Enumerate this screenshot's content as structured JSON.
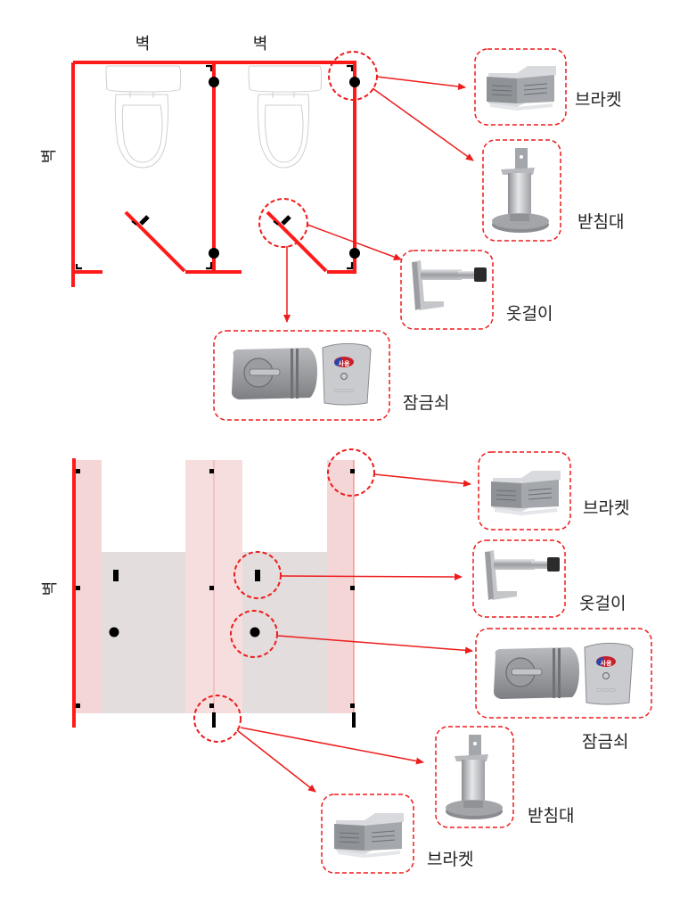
{
  "colors": {
    "partition": "#ff1a1a",
    "callout": "#ee1c1c",
    "hardware": "#000000",
    "panel_fill": "#f5d6d6",
    "door_fill": "#e3dddd",
    "toilet_outline": "#c8c8c8"
  },
  "top_plan": {
    "wall_labels": [
      "벽",
      "벽",
      "벽"
    ],
    "parts": {
      "bracket": "브라켓",
      "support_leg": "받침대",
      "coat_hook": "옷걸이",
      "lock": "잠금쇠"
    },
    "lock_indicator_text": "사용"
  },
  "elevation": {
    "wall_label": "벽",
    "parts": {
      "bracket_top": "브라켓",
      "coat_hook": "옷걸이",
      "lock": "잠금쇠",
      "support_leg": "받침대",
      "bracket_bottom": "브라켓"
    },
    "lock_indicator_text": "사용"
  }
}
